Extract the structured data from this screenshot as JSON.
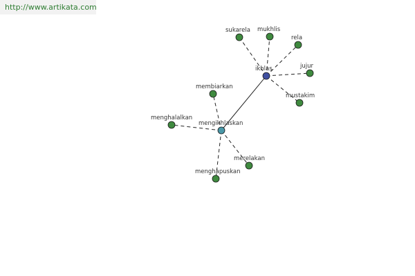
{
  "site": {
    "url": "http://www.artikata.com"
  },
  "colors": {
    "hub_ikhlas": "#3f4fa0",
    "hub_mengikhlaskan": "#4a98a8",
    "leaf": "#3f8a3f",
    "edge": "#222222"
  },
  "graph": {
    "nodes": [
      {
        "id": "ikhlas",
        "label": "ikhlas",
        "kind": "hub_ikhlas"
      },
      {
        "id": "mengikhlaskan",
        "label": "mengikhlaskan",
        "kind": "hub_mengikhlaskan"
      },
      {
        "id": "sukarela",
        "label": "sukarela",
        "kind": "leaf"
      },
      {
        "id": "mukhlis",
        "label": "mukhlis",
        "kind": "leaf"
      },
      {
        "id": "rela",
        "label": "rela",
        "kind": "leaf"
      },
      {
        "id": "jujur",
        "label": "jujur",
        "kind": "leaf"
      },
      {
        "id": "mustakim",
        "label": "mustakim",
        "kind": "leaf"
      },
      {
        "id": "membiarkan",
        "label": "membiarkan",
        "kind": "leaf"
      },
      {
        "id": "menghalalkan",
        "label": "menghalalkan",
        "kind": "leaf"
      },
      {
        "id": "merelakan",
        "label": "merelakan",
        "kind": "leaf"
      },
      {
        "id": "menghapuskan",
        "label": "menghapuskan",
        "kind": "leaf"
      }
    ],
    "edges": [
      {
        "from": "ikhlas",
        "to": "mengikhlaskan",
        "style": "solid"
      },
      {
        "from": "ikhlas",
        "to": "sukarela",
        "style": "dashed"
      },
      {
        "from": "ikhlas",
        "to": "mukhlis",
        "style": "dashed"
      },
      {
        "from": "ikhlas",
        "to": "rela",
        "style": "dashed"
      },
      {
        "from": "ikhlas",
        "to": "jujur",
        "style": "dashed"
      },
      {
        "from": "ikhlas",
        "to": "mustakim",
        "style": "dashed"
      },
      {
        "from": "mengikhlaskan",
        "to": "membiarkan",
        "style": "dashed"
      },
      {
        "from": "mengikhlaskan",
        "to": "menghalalkan",
        "style": "dashed"
      },
      {
        "from": "mengikhlaskan",
        "to": "merelakan",
        "style": "dashed"
      },
      {
        "from": "mengikhlaskan",
        "to": "menghapuskan",
        "style": "dashed"
      }
    ]
  }
}
